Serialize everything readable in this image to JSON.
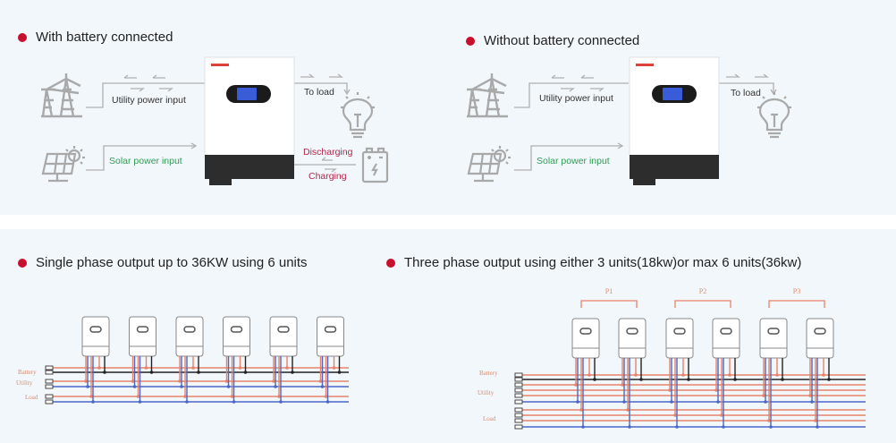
{
  "top": {
    "left": {
      "heading": "With battery connected",
      "utility_label": "Utility power input",
      "solar_label": "Solar power input",
      "load_label": "To load",
      "discharging_label": "Discharging",
      "charging_label": "Charging"
    },
    "right": {
      "heading": "Without battery connected",
      "utility_label": "Utility power input",
      "solar_label": "Solar power input",
      "load_label": "To load"
    }
  },
  "bottom": {
    "left": {
      "heading": "Single phase output up to 36KW using 6 units",
      "unit_count": 6,
      "wire_labels": [
        "Battery",
        "Utility",
        "Load"
      ]
    },
    "right": {
      "heading": "Three phase output using either 3 units(18kw)or max 6 units(36kw)",
      "unit_count": 6,
      "phase_groups": [
        "P1",
        "P2",
        "P3"
      ],
      "wire_labels": [
        "Battery",
        "Utility",
        "Load"
      ]
    }
  },
  "colors": {
    "bullet": "#c8102e",
    "solar_text": "#2e9d52",
    "battery_text": "#b5244a",
    "wire_live": "#e8836a",
    "wire_neutral": "#4a67c8",
    "wire_ground": "#222222",
    "icon_gray": "#a9a9a9"
  }
}
